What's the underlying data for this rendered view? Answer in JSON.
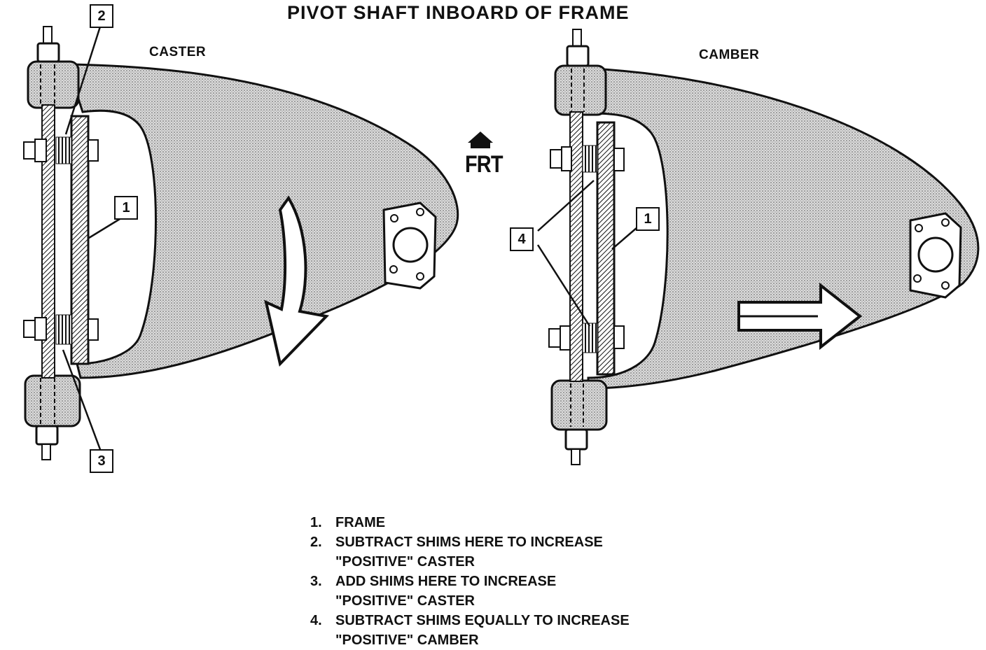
{
  "title": "PIVOT SHAFT INBOARD OF FRAME",
  "panels": {
    "left": {
      "label": "CASTER",
      "callouts": [
        "2",
        "1",
        "3"
      ]
    },
    "right": {
      "label": "CAMBER",
      "callouts": [
        "4",
        "1"
      ]
    }
  },
  "front_indicator": {
    "label": "FRT",
    "icon": "up-arrow-icon"
  },
  "legend": [
    {
      "num": "1.",
      "lines": [
        "FRAME"
      ]
    },
    {
      "num": "2.",
      "lines": [
        "SUBTRACT SHIMS HERE TO INCREASE",
        "\"POSITIVE\" CASTER"
      ]
    },
    {
      "num": "3.",
      "lines": [
        "ADD SHIMS HERE TO INCREASE",
        "\"POSITIVE\" CASTER"
      ]
    },
    {
      "num": "4.",
      "lines": [
        "SUBTRACT SHIMS EQUALLY TO INCREASE",
        "\"POSITIVE\" CAMBER"
      ]
    }
  ]
}
